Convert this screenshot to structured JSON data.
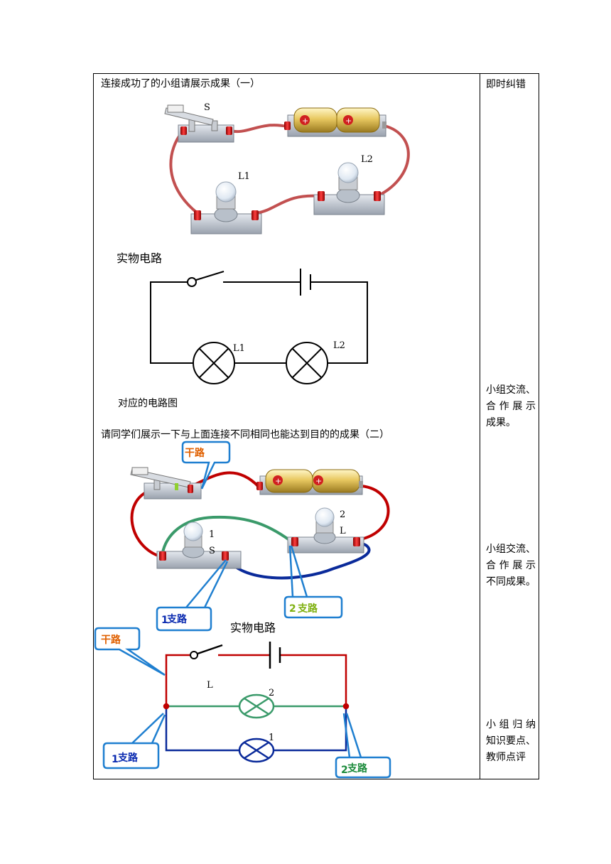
{
  "section1": {
    "heading": "连接成功了的小组请展示成果（一）",
    "physical_caption": "实物电路",
    "diagram_caption": "对应的电路图",
    "labels": {
      "switch": "S",
      "lamp1": "L1",
      "lamp2": "L2",
      "schem_lamp1": "L1",
      "schem_lamp2": "L2"
    }
  },
  "section2": {
    "heading": "请同学们展示一下与上面连接不同相同也能达到目的的成果（二）",
    "physical_caption": "实物电路",
    "callouts": {
      "trunk": "干路",
      "branch1_num": "1",
      "branch1_text": "支路",
      "branch2_num": "2",
      "branch2_text": "支路"
    },
    "labels": {
      "lamp1_num": "1",
      "lamp1_s": "S",
      "lamp2_num": "2",
      "lamp2_l": "L",
      "schem_l": "L",
      "schem_2": "2",
      "schem_1": "1"
    }
  },
  "sidebar": {
    "note1": "即时纠错",
    "note2": [
      "小组交流、",
      "合作展示",
      "成果。"
    ],
    "note3": [
      "小组交流、",
      "合作展示",
      "不同成果。"
    ],
    "note4": [
      "小组归纳",
      "知识要点、",
      "教师点评"
    ]
  },
  "colors": {
    "wire_red": "#c0392b",
    "trunk_red": "#c00000",
    "branch_green": "#3a9a6a",
    "branch_blue": "#0a2a9a",
    "callout_blue": "#1f7fd0",
    "callout_orange": "#e06000"
  }
}
